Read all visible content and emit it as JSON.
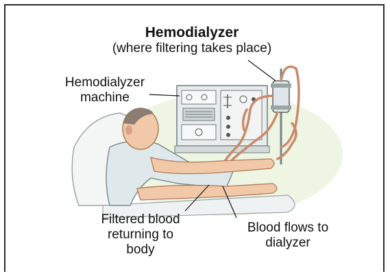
{
  "title": "Hemodialyzer",
  "subtitle": "(where filtering takes place)",
  "labels": {
    "machine_line1": "Hemodialyzer",
    "machine_line2": "machine",
    "filtered_line1": "Filtered blood",
    "filtered_line2": "returning to",
    "filtered_line3": "body",
    "flows_line1": "Blood flows to",
    "flows_line2": "dialyzer"
  },
  "colors": {
    "skin": "#f2c9a8",
    "skin_shadow": "#d9a283",
    "gown": "#dfe8ea",
    "machine": "#e9ecec",
    "machine_panel": "#cfd6d6",
    "tubing": "#c98a6b",
    "glow": "#e8f2da",
    "hair": "#8b7d72"
  }
}
